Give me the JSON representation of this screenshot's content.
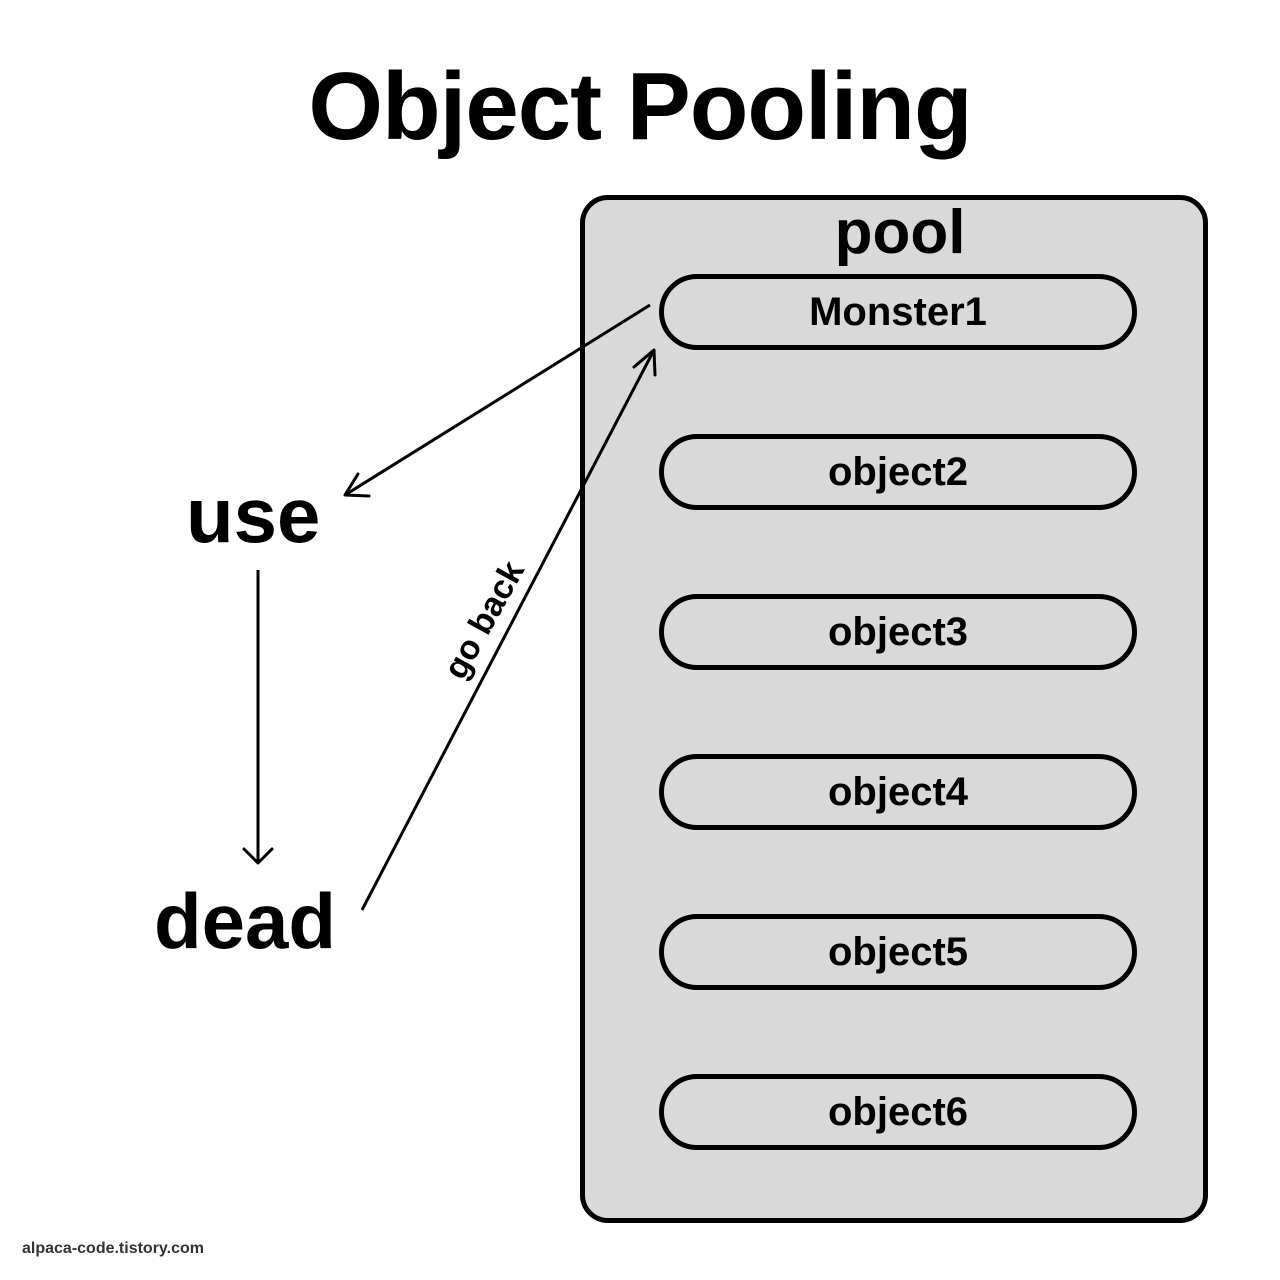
{
  "title": "Object Pooling",
  "pool": {
    "label": "pool",
    "slots": [
      "Monster1",
      "object2",
      "object3",
      "object4",
      "object5",
      "object6"
    ]
  },
  "states": {
    "use": "use",
    "dead": "dead"
  },
  "edges": {
    "go_back_label": "go back"
  },
  "watermark": "alpaca-code.tistory.com",
  "colors": {
    "pool_fill": "#d9d9d9",
    "stroke": "#000000",
    "background": "#ffffff"
  }
}
